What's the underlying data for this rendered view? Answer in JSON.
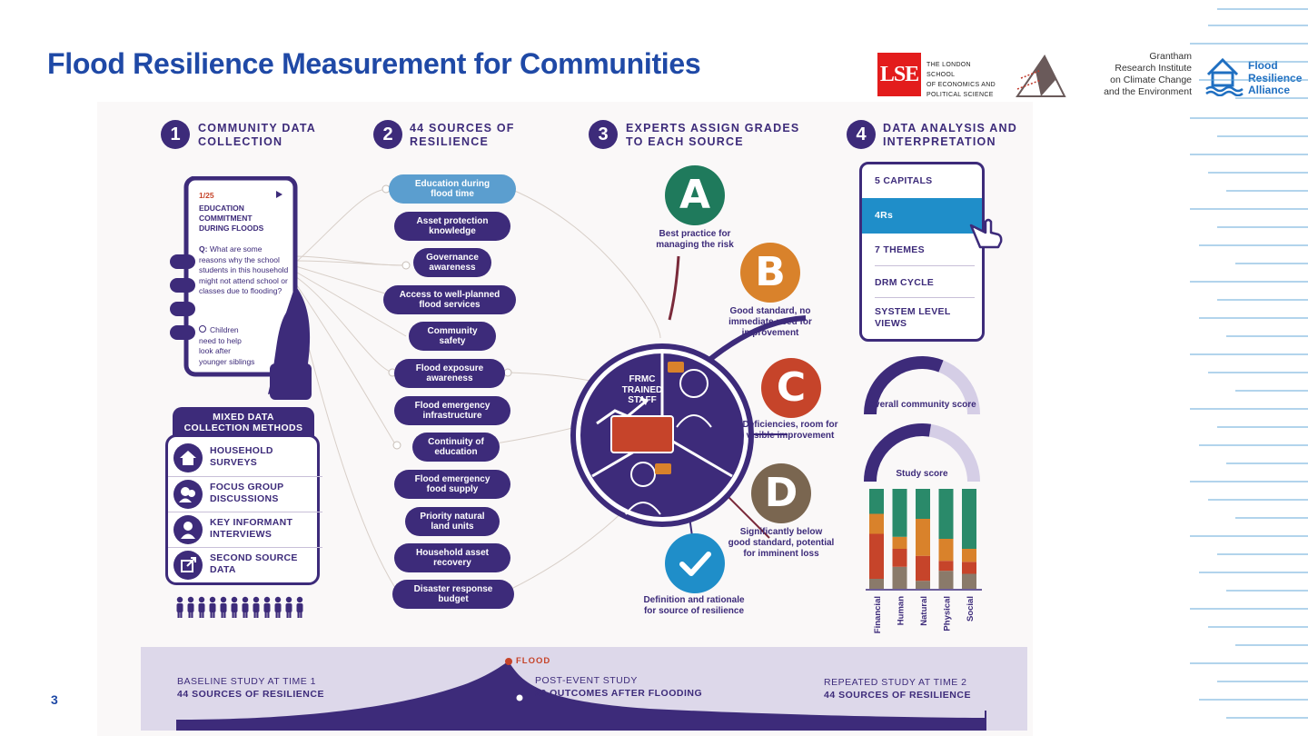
{
  "title": "Flood Resilience Measurement for Communities",
  "slide_number": "3",
  "logos": {
    "lse_mark": "LSE",
    "lse_text": "THE LONDON SCHOOL\nOF ECONOMICS AND\nPOLITICAL SCIENCE",
    "grantham_text": "Grantham\nResearch Institute\non Climate Change\nand the Environment",
    "fra_text": "Flood\nResilience\nAlliance"
  },
  "steps": [
    {
      "num": "1",
      "title": "COMMUNITY DATA\nCOLLECTION"
    },
    {
      "num": "2",
      "title": "44 SOURCES OF\nRESILIENCE"
    },
    {
      "num": "3",
      "title": "EXPERTS ASSIGN GRADES\nTO EACH SOURCE"
    },
    {
      "num": "4",
      "title": "DATA ANALYSIS AND\nINTERPRETATION"
    }
  ],
  "phone": {
    "counter": "1/25",
    "heading": "EDUCATION\nCOMMITMENT\nDURING FLOODS",
    "question_label": "Q:",
    "question": "What are some reasons why the school students in this household might not attend school or classes due to flooding?",
    "option": "Children need to help look after younger siblings or other family"
  },
  "methods": {
    "header": "MIXED DATA\nCOLLECTION METHODS",
    "items": [
      {
        "label": "HOUSEHOLD\nSURVEYS",
        "icon": "house-icon"
      },
      {
        "label": "FOCUS GROUP\nDISCUSSIONS",
        "icon": "group-icon"
      },
      {
        "label": "KEY INFORMANT\nINTERVIEWS",
        "icon": "informant-icon"
      },
      {
        "label": "SECOND SOURCE\nDATA",
        "icon": "external-link-icon"
      }
    ]
  },
  "sources": [
    {
      "label": "Education during\nflood time",
      "highlight": true
    },
    {
      "label": "Asset protection\nknowledge"
    },
    {
      "label": "Governance\nawareness"
    },
    {
      "label": "Access to well-planned\nflood services"
    },
    {
      "label": "Community\nsafety"
    },
    {
      "label": "Flood exposure\nawareness"
    },
    {
      "label": "Flood emergency\ninfrastructure"
    },
    {
      "label": "Continuity of\neducation"
    },
    {
      "label": "Flood emergency\nfood supply"
    },
    {
      "label": "Priority natural\nland units"
    },
    {
      "label": "Household asset\nrecovery"
    },
    {
      "label": "Disaster response\nbudget"
    }
  ],
  "center_label": "FRMC\nTRAINED\nSTAFF",
  "grades": [
    {
      "letter": "A",
      "color": "#1f7a5c",
      "label": "Best practice for\nmanaging the risk"
    },
    {
      "letter": "B",
      "color": "#d9822b",
      "label": "Good standard, no\nimmediate need for\nimprovement"
    },
    {
      "letter": "C",
      "color": "#c6442a",
      "label": "Deficiencies, room for\nvisible improvement"
    },
    {
      "letter": "D",
      "color": "#7a6650",
      "label": "Significantly below\ngood standard, potential\nfor imminent loss"
    },
    {
      "letter": "",
      "color": "#1f8ec9",
      "label": "Definition and rationale\nfor source of resilience"
    }
  ],
  "analysis": {
    "items": [
      {
        "label": "5 CAPITALS",
        "selected": false
      },
      {
        "label": "4Rs",
        "selected": true
      },
      {
        "label": "7 THEMES",
        "selected": false
      },
      {
        "label": "DRM CYCLE",
        "selected": false
      },
      {
        "label": "SYSTEM LEVEL\nVIEWS",
        "selected": false
      }
    ],
    "overall_label": "Overall community score",
    "study_label": "Study score"
  },
  "chart_data": {
    "type": "bar",
    "stacked": true,
    "categories": [
      "Financial",
      "Human",
      "Natural",
      "Physical",
      "Social"
    ],
    "series": [
      {
        "values": [
          10,
          22,
          8,
          18,
          15
        ],
        "color": "#8a7a6a"
      },
      {
        "values": [
          45,
          18,
          25,
          10,
          12
        ],
        "color": "#c6442a"
      },
      {
        "values": [
          20,
          12,
          37,
          22,
          13
        ],
        "color": "#d9822b"
      },
      {
        "values": [
          25,
          48,
          30,
          50,
          60
        ],
        "color": "#2a8a6a"
      }
    ],
    "ylim": [
      0,
      100
    ],
    "gauges": [
      {
        "value": 0.62
      },
      {
        "value": 0.55
      }
    ]
  },
  "timeline": {
    "flood_label": "FLOOD",
    "baseline": "BASELINE STUDY AT TIME 1",
    "baseline_sub": "44 SOURCES OF RESILIENCE",
    "post": "POST-EVENT STUDY",
    "post_sub": "29 OUTCOMES AFTER FLOODING",
    "repeat": "REPEATED STUDY AT TIME 2",
    "repeat_sub": "44 SOURCES OF RESILIENCE"
  }
}
